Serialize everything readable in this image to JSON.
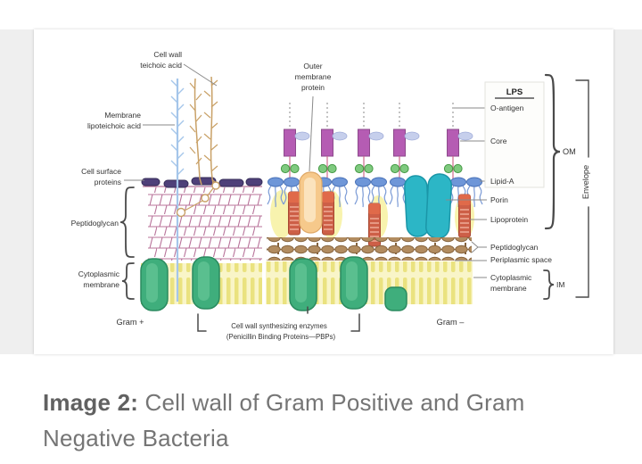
{
  "figure": {
    "gram_positive": {
      "labels": {
        "cell_wall_teichoic_acid": [
          "Cell wall",
          "teichoic acid"
        ],
        "membrane_lipoteichoic_acid": [
          "Membrane",
          "lipoteichoic acid"
        ],
        "cell_surface_proteins": [
          "Cell surface",
          "proteins"
        ],
        "peptidoglycan": "Peptidoglycan",
        "cytoplasmic_membrane": [
          "Cytoplasmic",
          "membrane"
        ],
        "gram": "Gram +"
      }
    },
    "gram_negative": {
      "labels": {
        "outer_membrane_protein": [
          "Outer",
          "membrane",
          "protein"
        ],
        "lps": "LPS",
        "o_antigen": "O-antigen",
        "core": "Core",
        "lipid_a": "Lipid-A",
        "porin": "Porin",
        "lipoprotein": "Lipoprotein",
        "peptidoglycan": "Peptidoglycan",
        "periplasmic_space": "Periplasmic space",
        "cytoplasmic_membrane": [
          "Cytoplasmic",
          "membrane"
        ],
        "om": "OM",
        "im": "IM",
        "envelope": "Envelope",
        "gram": "Gram –"
      },
      "enzyme_caption": [
        "Cell wall synthesizing enzymes",
        "(Penicillin Binding Proteins—PBPs)"
      ]
    },
    "colors": {
      "core_purple": "#b55cb3",
      "lipid_a_blue": "#6e96d8",
      "porin_teal": "#2cb6c6",
      "lipoprotein_red": "#cd5f47",
      "peptidoglycan_bead_brown": "#b28c60",
      "membrane_yellow": "#f9f5c8",
      "enzyme_green": "#3fae7c",
      "outer_membrane_protein_orange": "#f6c98b",
      "surface_protein_purple": "#4e4079",
      "mesh_pink": "#b8739a",
      "lipoteichoic_blue": "#a5c6ea",
      "teichoic_tan": "#c9a167"
    }
  },
  "caption": {
    "prefix": "Image 2:",
    "body": " Cell wall of Gram Positive and Gram Negative Bacteria"
  }
}
